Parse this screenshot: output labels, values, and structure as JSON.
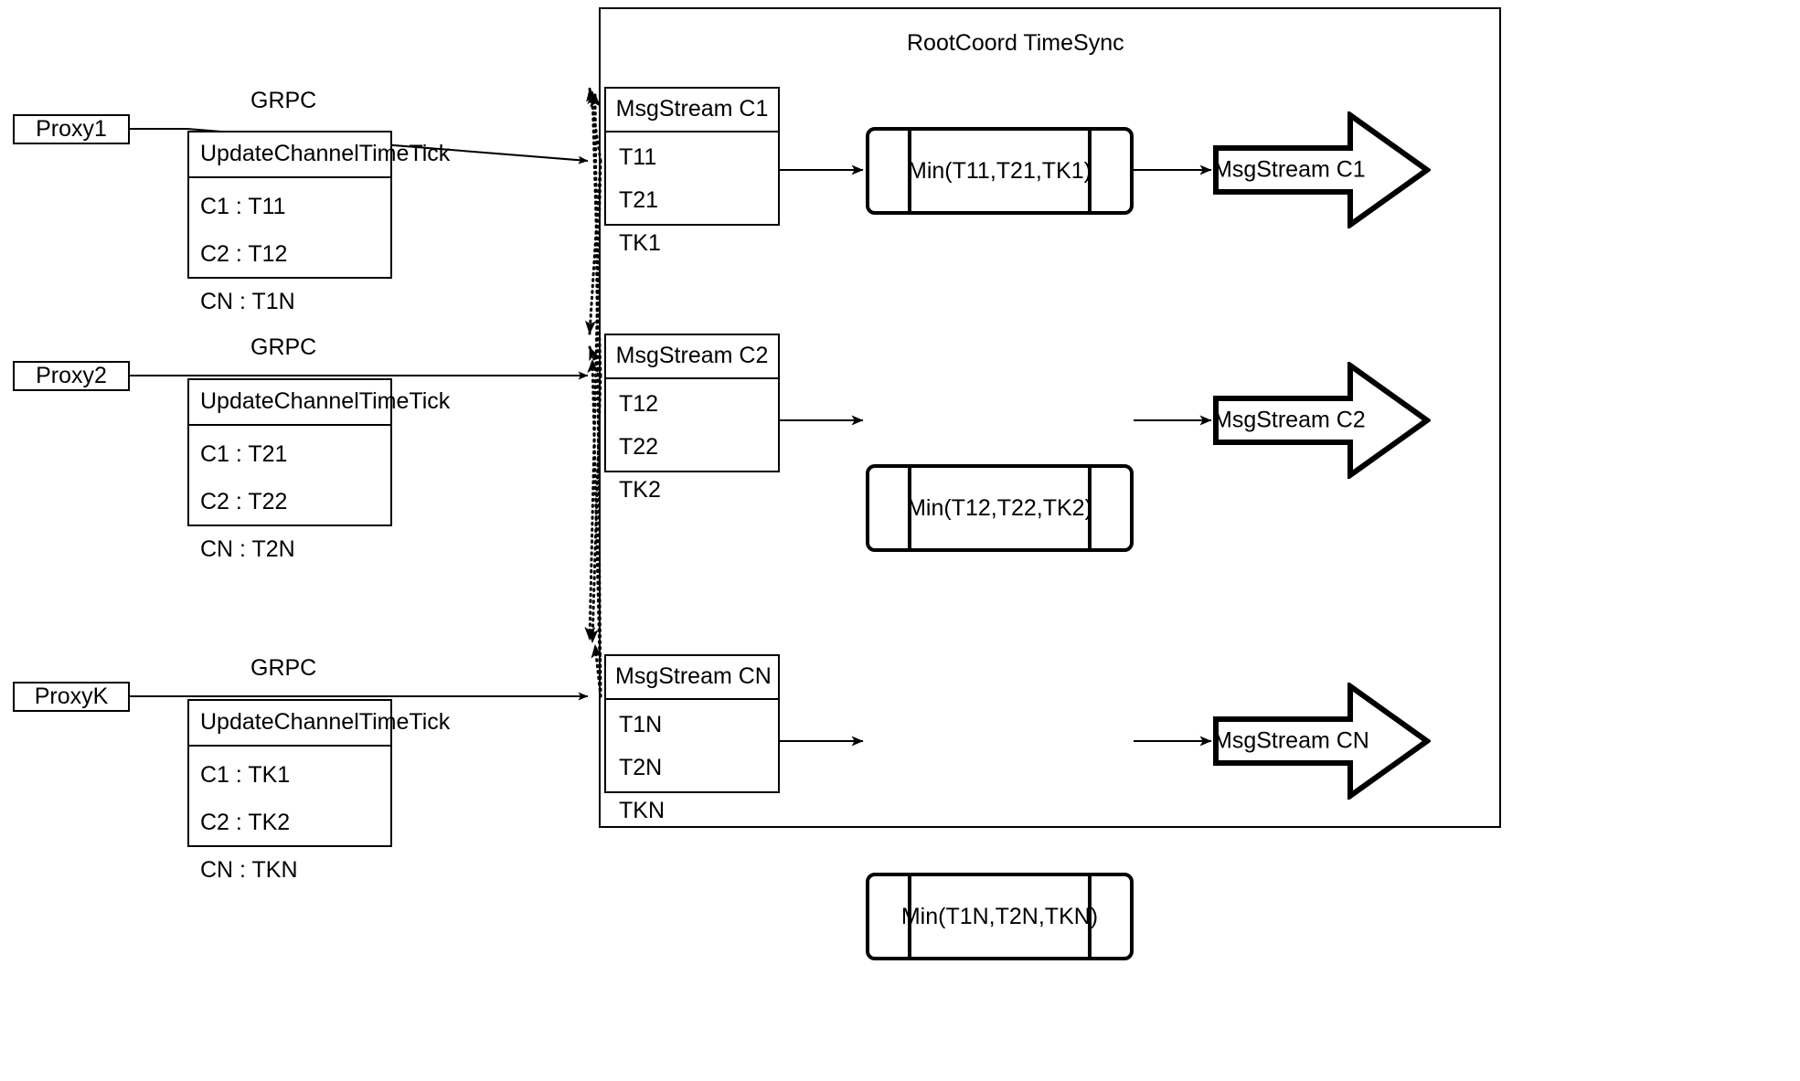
{
  "diagram": {
    "title": "RootCoord TimeSync",
    "background": "#ffffff",
    "stroke": "#000000"
  },
  "proxies": [
    {
      "name": "Proxy1",
      "link_label": "GRPC",
      "request": {
        "title": "UpdateChannelTimeTick",
        "rows": [
          "C1 :  T11",
          "C2 :  T12",
          "CN : T1N"
        ]
      }
    },
    {
      "name": "Proxy2",
      "link_label": "GRPC",
      "request": {
        "title": "UpdateChannelTimeTick",
        "rows": [
          "C1 :  T21",
          "C2 :  T22",
          "CN : T2N"
        ]
      }
    },
    {
      "name": "ProxyK",
      "link_label": "GRPC",
      "request": {
        "title": "UpdateChannelTimeTick",
        "rows": [
          "C1 :  TK1",
          "C2 :  TK2",
          "CN : TKN"
        ]
      }
    }
  ],
  "channels": [
    {
      "stream": {
        "title": "MsgStream C1",
        "rows": [
          "T11",
          "T21",
          "TK1"
        ]
      },
      "min": "Min(T11,T21,TK1)",
      "output": "MsgStream C1"
    },
    {
      "stream": {
        "title": "MsgStream C2",
        "rows": [
          "T12",
          "T22",
          "TK2"
        ]
      },
      "min": "Min(T12,T22,TK2)",
      "output": "MsgStream C2"
    },
    {
      "stream": {
        "title": "MsgStream CN",
        "rows": [
          "T1N",
          "T2N",
          "TKN"
        ]
      },
      "min": "Min(T1N,T2N,TKN)",
      "output": "MsgStream CN"
    }
  ]
}
